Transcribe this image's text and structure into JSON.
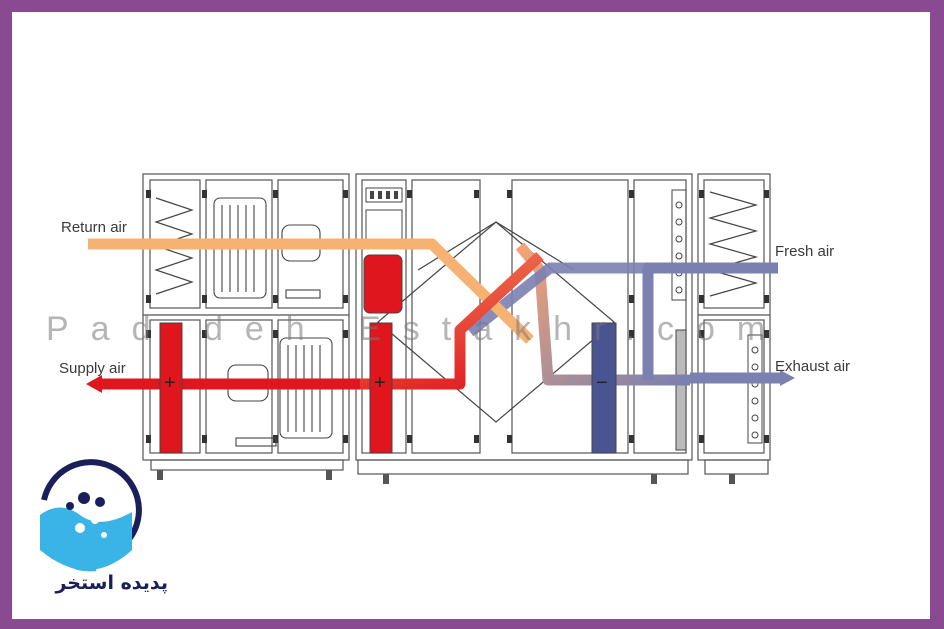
{
  "labels": {
    "return_air": "Return air",
    "supply_air": "Supply air",
    "fresh_air": "Fresh air",
    "exhaust_air": "Exhaust air"
  },
  "watermark": "Pad deh Estakhr.com",
  "brand_name": "پدیده استخر",
  "symbols": {
    "plus": "+",
    "minus": "−"
  },
  "colors": {
    "frame": "#8a4a92",
    "supply": "#e0161e",
    "return": "#f5b273",
    "fresh": "#7a80b0",
    "cooling_coil": "#4a5490",
    "logo_blue": "#1a1f5c",
    "water": "#3ab4e6"
  }
}
